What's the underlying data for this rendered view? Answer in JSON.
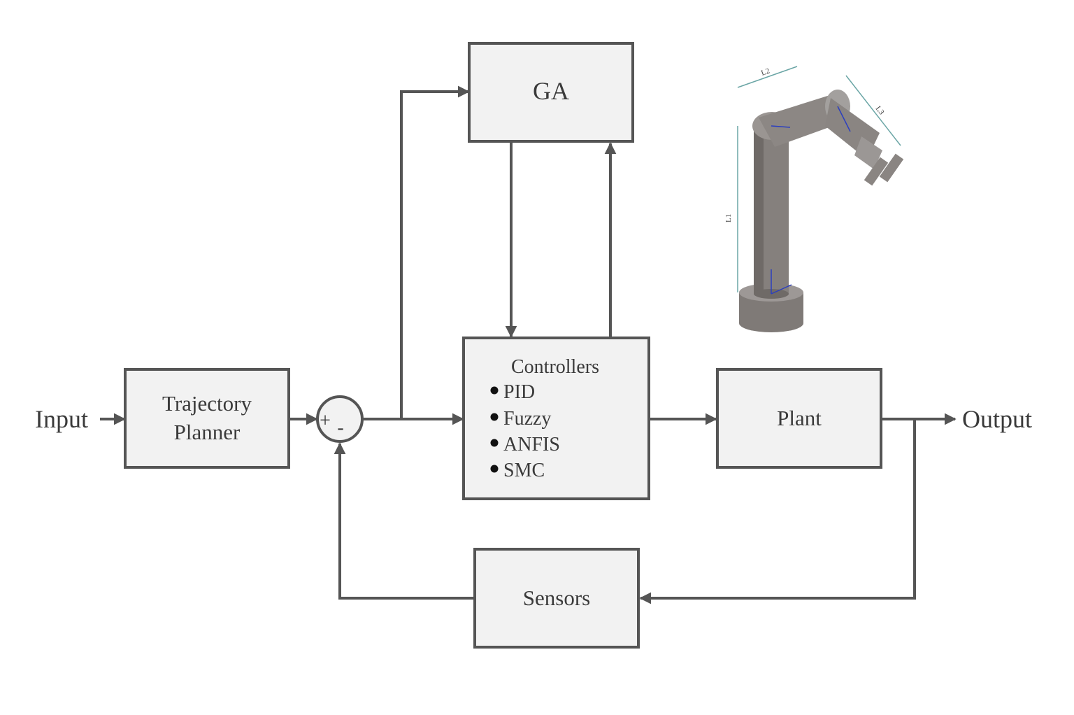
{
  "input_label": "Input",
  "output_label": "Output",
  "blocks": {
    "trajectory": {
      "line1": "Trajectory",
      "line2": "Planner"
    },
    "ga": {
      "label": "GA"
    },
    "controllers": {
      "title": "Controllers",
      "items": [
        "PID",
        "Fuzzy",
        "ANFIS",
        "SMC"
      ]
    },
    "plant": {
      "label": "Plant"
    },
    "sensors": {
      "label": "Sensors"
    }
  },
  "summing_junction": {
    "plus": "+",
    "minus": "-"
  },
  "robot_image": {
    "description_icon": "robot-arm-icon",
    "dimension_labels": [
      "L1",
      "L2",
      "L3"
    ]
  },
  "colors": {
    "block_fill": "#f2f2f2",
    "stroke": "#555555",
    "robot": "#8a8582"
  }
}
